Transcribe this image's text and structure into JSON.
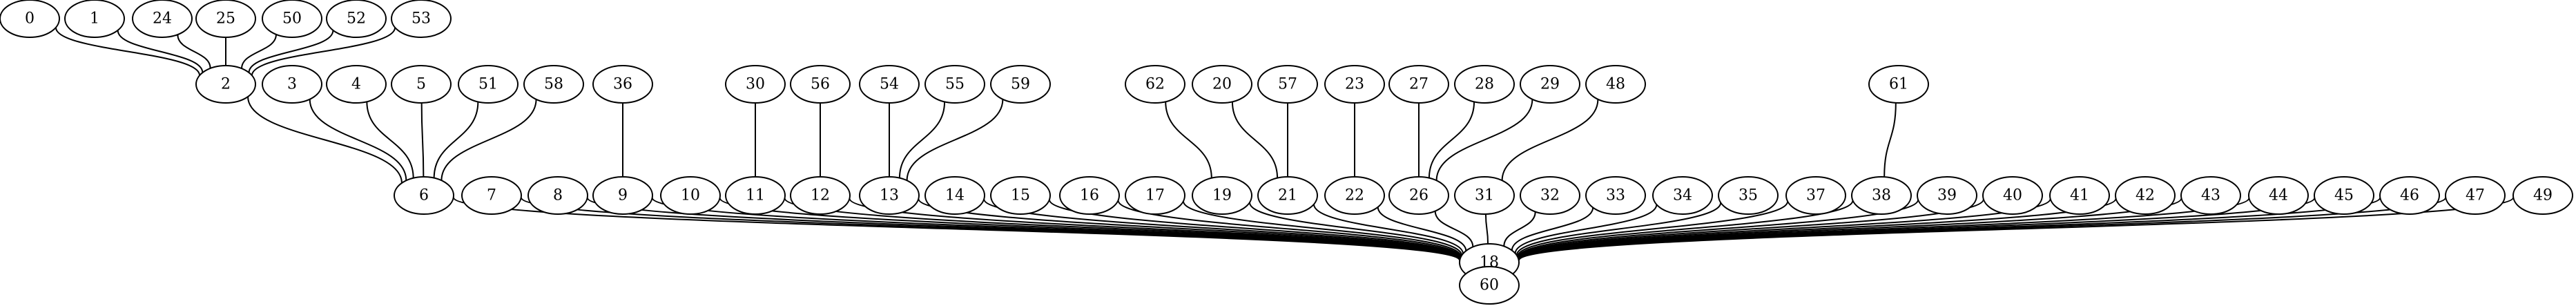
{
  "graph": {
    "nodes": [
      "0",
      "1",
      "24",
      "25",
      "50",
      "52",
      "53",
      "2",
      "3",
      "4",
      "5",
      "51",
      "58",
      "36",
      "30",
      "56",
      "54",
      "55",
      "59",
      "62",
      "20",
      "57",
      "23",
      "27",
      "28",
      "29",
      "48",
      "61",
      "6",
      "7",
      "8",
      "9",
      "10",
      "11",
      "12",
      "13",
      "14",
      "15",
      "16",
      "17",
      "19",
      "21",
      "22",
      "26",
      "31",
      "32",
      "33",
      "34",
      "35",
      "37",
      "38",
      "39",
      "40",
      "41",
      "42",
      "43",
      "44",
      "45",
      "46",
      "47",
      "49",
      "18",
      "60"
    ],
    "edges": [
      [
        "0",
        "2"
      ],
      [
        "1",
        "2"
      ],
      [
        "24",
        "2"
      ],
      [
        "25",
        "2"
      ],
      [
        "50",
        "2"
      ],
      [
        "52",
        "2"
      ],
      [
        "53",
        "2"
      ],
      [
        "2",
        "6"
      ],
      [
        "3",
        "6"
      ],
      [
        "4",
        "6"
      ],
      [
        "5",
        "6"
      ],
      [
        "51",
        "6"
      ],
      [
        "58",
        "6"
      ],
      [
        "36",
        "9"
      ],
      [
        "30",
        "11"
      ],
      [
        "56",
        "12"
      ],
      [
        "54",
        "13"
      ],
      [
        "55",
        "13"
      ],
      [
        "59",
        "13"
      ],
      [
        "62",
        "19"
      ],
      [
        "20",
        "21"
      ],
      [
        "57",
        "21"
      ],
      [
        "23",
        "22"
      ],
      [
        "27",
        "26"
      ],
      [
        "28",
        "26"
      ],
      [
        "29",
        "26"
      ],
      [
        "48",
        "31"
      ],
      [
        "61",
        "38"
      ],
      [
        "6",
        "18"
      ],
      [
        "7",
        "18"
      ],
      [
        "8",
        "18"
      ],
      [
        "9",
        "18"
      ],
      [
        "10",
        "18"
      ],
      [
        "11",
        "18"
      ],
      [
        "12",
        "18"
      ],
      [
        "13",
        "18"
      ],
      [
        "14",
        "18"
      ],
      [
        "15",
        "18"
      ],
      [
        "16",
        "18"
      ],
      [
        "17",
        "18"
      ],
      [
        "19",
        "18"
      ],
      [
        "21",
        "18"
      ],
      [
        "22",
        "18"
      ],
      [
        "26",
        "18"
      ],
      [
        "31",
        "18"
      ],
      [
        "32",
        "18"
      ],
      [
        "33",
        "18"
      ],
      [
        "34",
        "18"
      ],
      [
        "35",
        "18"
      ],
      [
        "37",
        "18"
      ],
      [
        "38",
        "18"
      ],
      [
        "39",
        "18"
      ],
      [
        "40",
        "18"
      ],
      [
        "41",
        "18"
      ],
      [
        "42",
        "18"
      ],
      [
        "43",
        "18"
      ],
      [
        "44",
        "18"
      ],
      [
        "45",
        "18"
      ],
      [
        "46",
        "18"
      ],
      [
        "47",
        "18"
      ],
      [
        "49",
        "18"
      ],
      [
        "18",
        "60"
      ]
    ]
  }
}
